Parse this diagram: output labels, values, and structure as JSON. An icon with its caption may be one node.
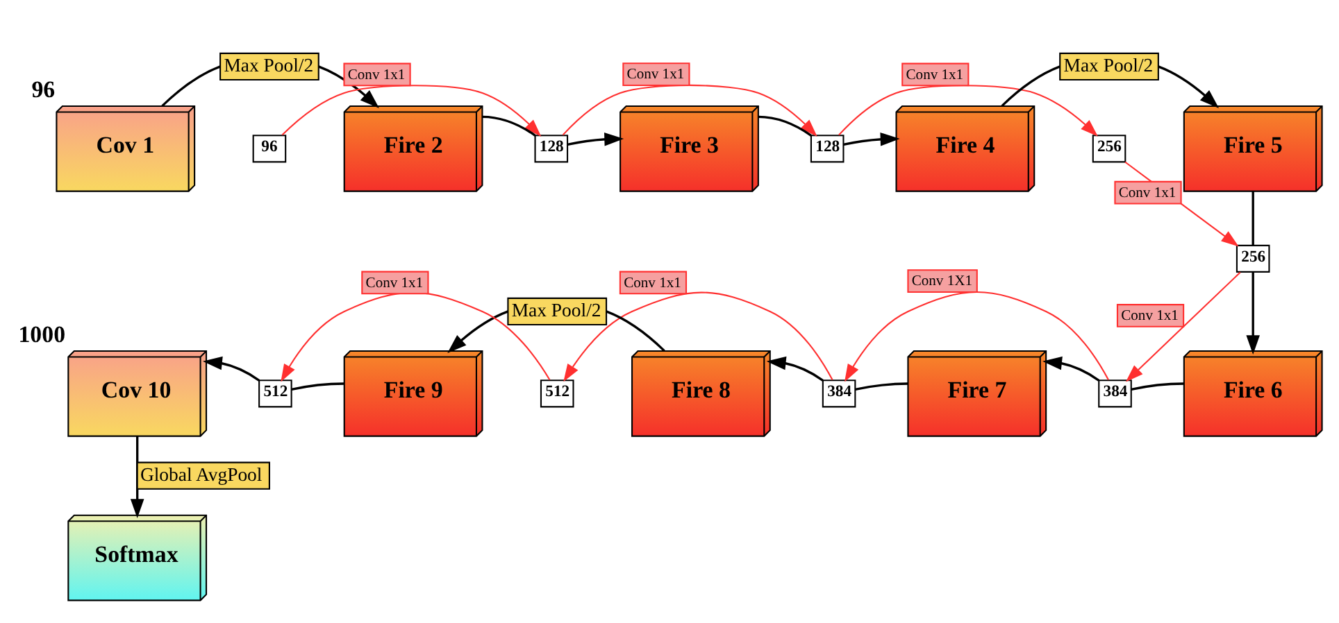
{
  "diagram": {
    "nodes": [
      {
        "text": [
          "Cov 1"
        ],
        "beside": [
          "96"
        ]
      },
      {
        "text": [
          "96"
        ]
      },
      {
        "text": [
          "Fire 2"
        ]
      },
      {
        "text": [
          "128"
        ]
      },
      {
        "text": [
          "Fire 3"
        ]
      },
      {
        "text": [
          "128"
        ]
      },
      {
        "text": [
          "Fire 4"
        ]
      },
      {
        "text": [
          "256"
        ]
      },
      {
        "text": [
          "Fire 5"
        ]
      },
      {
        "text": [
          "256"
        ]
      },
      {
        "text": [
          "Fire 6"
        ]
      },
      {
        "text": [
          "384"
        ]
      },
      {
        "text": [
          "Fire 7"
        ]
      },
      {
        "text": [
          "384"
        ]
      },
      {
        "text": [
          "Fire 8"
        ]
      },
      {
        "text": [
          "512"
        ]
      },
      {
        "text": [
          "Fire 9"
        ]
      },
      {
        "text": [
          "512"
        ]
      },
      {
        "text": [
          "Cov 10"
        ],
        "beside": [
          "1000"
        ]
      },
      {
        "text": [
          "Softmax"
        ]
      }
    ],
    "edges": [
      {
        "from": 0,
        "to": 2,
        "arrow": "to",
        "label": "Max Pool/2"
      },
      {
        "from": 1,
        "to": 3,
        "arrow": "to",
        "label": "Conv 1x1",
        "color": "#ff3030"
      },
      {
        "from": 2,
        "to": 3,
        "arrow": "none"
      },
      {
        "from": 3,
        "to": 4,
        "arrow": "to"
      },
      {
        "from": 3,
        "to": 5,
        "arrow": "to",
        "label": "Conv 1x1",
        "color": "#ff3030"
      },
      {
        "from": 4,
        "to": 5,
        "arrow": "none"
      },
      {
        "from": 5,
        "to": 6,
        "arrow": "to"
      },
      {
        "from": 5,
        "to": 7,
        "arrow": "to",
        "label": "Conv 1x1",
        "color": "#ff3030"
      },
      {
        "from": 6,
        "to": 8,
        "arrow": "to",
        "label": "Max Pool/2"
      },
      {
        "from": 7,
        "to": 9,
        "arrow": "to",
        "label": "Conv 1x1",
        "color": "#ff3030"
      },
      {
        "from": 8,
        "to": 9,
        "arrow": "none"
      },
      {
        "from": 9,
        "to": 10,
        "arrow": "to"
      },
      {
        "from": 9,
        "to": 11,
        "arrow": "to",
        "label": "Conv 1x1",
        "color": "#ff3030"
      },
      {
        "from": 10,
        "to": 11,
        "arrow": "none"
      },
      {
        "from": 11,
        "to": 12,
        "arrow": "to"
      },
      {
        "from": 11,
        "to": 13,
        "arrow": "to",
        "label": "Conv 1X1",
        "color": "#ff3030"
      },
      {
        "from": 12,
        "to": 13,
        "arrow": "none"
      },
      {
        "from": 13,
        "to": 14,
        "arrow": "to"
      },
      {
        "from": 13,
        "to": 15,
        "arrow": "to",
        "label": "Conv 1x1",
        "color": "#ff3030"
      },
      {
        "from": 14,
        "to": 16,
        "arrow": "to",
        "label": "Max Pool/2"
      },
      {
        "from": 15,
        "to": 17,
        "arrow": "to",
        "label": "Conv 1x1",
        "color": "#ff3030"
      },
      {
        "from": 16,
        "to": 17,
        "arrow": "none"
      },
      {
        "from": 17,
        "to": 18,
        "arrow": "to"
      },
      {
        "from": 18,
        "to": 19,
        "arrow": "to",
        "label": "Global AvgPool"
      }
    ]
  }
}
